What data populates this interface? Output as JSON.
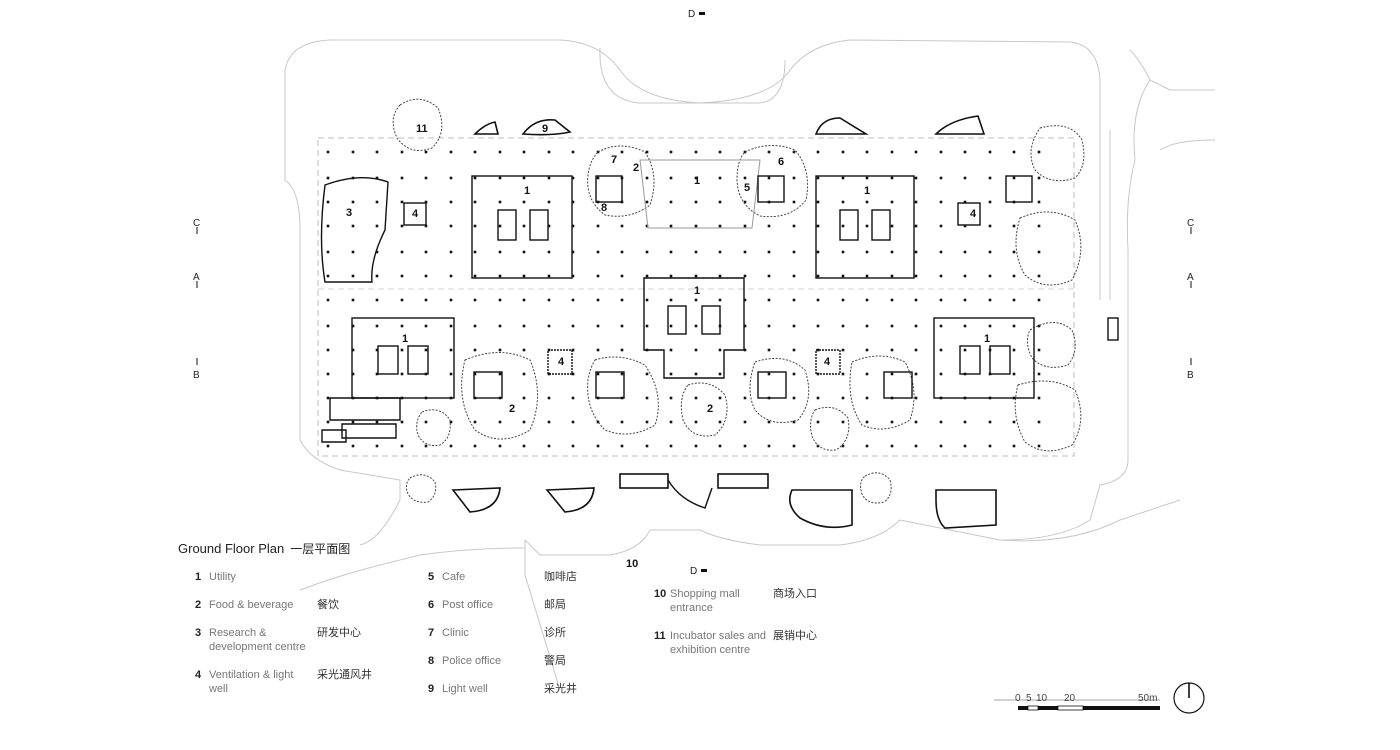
{
  "plan": {
    "title": "Ground Floor Plan",
    "title_cn": "一层平面图",
    "section_marks": {
      "d_top": "D",
      "d_bottom": "D",
      "c_left": "C",
      "c_right": "C",
      "a_left": "A",
      "a_right": "A",
      "b_left": "B",
      "b_right": "B"
    },
    "room_labels": {
      "r1a": "1",
      "r1b": "1",
      "r1c": "1",
      "r1d": "1",
      "r1e": "1",
      "r1f": "1",
      "r2a": "2",
      "r2b": "2",
      "r2c": "2",
      "r3": "3",
      "r4a": "4",
      "r4b": "4",
      "r4c": "4",
      "r4d": "4",
      "r5": "5",
      "r6": "6",
      "r7": "7",
      "r8": "8",
      "r9": "9",
      "r11": "11"
    },
    "entrance_number": "10"
  },
  "legend": {
    "col1": [
      {
        "num": "1",
        "en": "Utility",
        "zh": ""
      },
      {
        "num": "2",
        "en": "Food & beverage",
        "zh": "餐饮"
      },
      {
        "num": "3",
        "en": "Research & development centre",
        "zh": "研发中心"
      },
      {
        "num": "4",
        "en": "Ventilation & light well",
        "zh": "采光通风井"
      }
    ],
    "col2": [
      {
        "num": "5",
        "en": "Cafe",
        "zh": "咖啡店"
      },
      {
        "num": "6",
        "en": "Post office",
        "zh": "邮局"
      },
      {
        "num": "7",
        "en": "Clinic",
        "zh": "诊所"
      },
      {
        "num": "8",
        "en": "Police office",
        "zh": "警局"
      },
      {
        "num": "9",
        "en": "Light well",
        "zh": "采光井"
      }
    ],
    "col3": [
      {
        "num": "10",
        "en": "Shopping mall entrance",
        "zh": "商场入口"
      },
      {
        "num": "11",
        "en": "Incubator sales and exhibition centre",
        "zh": "展销中心"
      }
    ]
  },
  "scale_bar": {
    "labels": [
      "0",
      "5",
      "10",
      "20",
      "50m"
    ]
  },
  "colors": {
    "ink": "#111111",
    "site_line": "#c8c8c8",
    "tree_line": "#444444",
    "grid_line": "#bdbdbd"
  }
}
